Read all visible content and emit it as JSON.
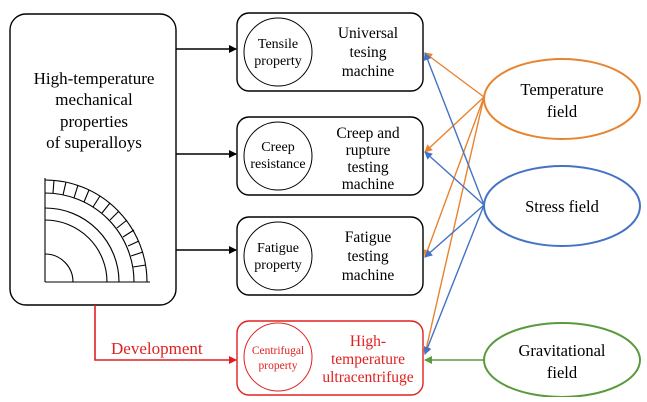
{
  "main_box": {
    "lines": [
      "High-temperature",
      "mechanical",
      "properties",
      "of superalloys"
    ]
  },
  "rows": [
    {
      "property": [
        "Tensile",
        "property"
      ],
      "machine": [
        "Universal",
        "tesing",
        "machine"
      ]
    },
    {
      "property": [
        "Creep",
        "resistance"
      ],
      "machine": [
        "Creep and",
        "rupture",
        "testing",
        "machine"
      ]
    },
    {
      "property": [
        "Fatigue",
        "property"
      ],
      "machine": [
        "Fatigue",
        "testing",
        "machine"
      ]
    },
    {
      "property": [
        "Centrifugal",
        "property"
      ],
      "machine": [
        "High-",
        "temperature",
        "ultracentrifuge"
      ]
    }
  ],
  "fields": [
    {
      "lines": [
        "Temperature",
        "field"
      ]
    },
    {
      "lines": [
        "Stress field"
      ]
    },
    {
      "lines": [
        "Gravitational",
        "field"
      ]
    }
  ],
  "development_label": "Development",
  "colors": {
    "black": "#000000",
    "red": "#e02020",
    "orange": "#e8832f",
    "blue": "#4472c4",
    "green": "#5a9a3c"
  }
}
